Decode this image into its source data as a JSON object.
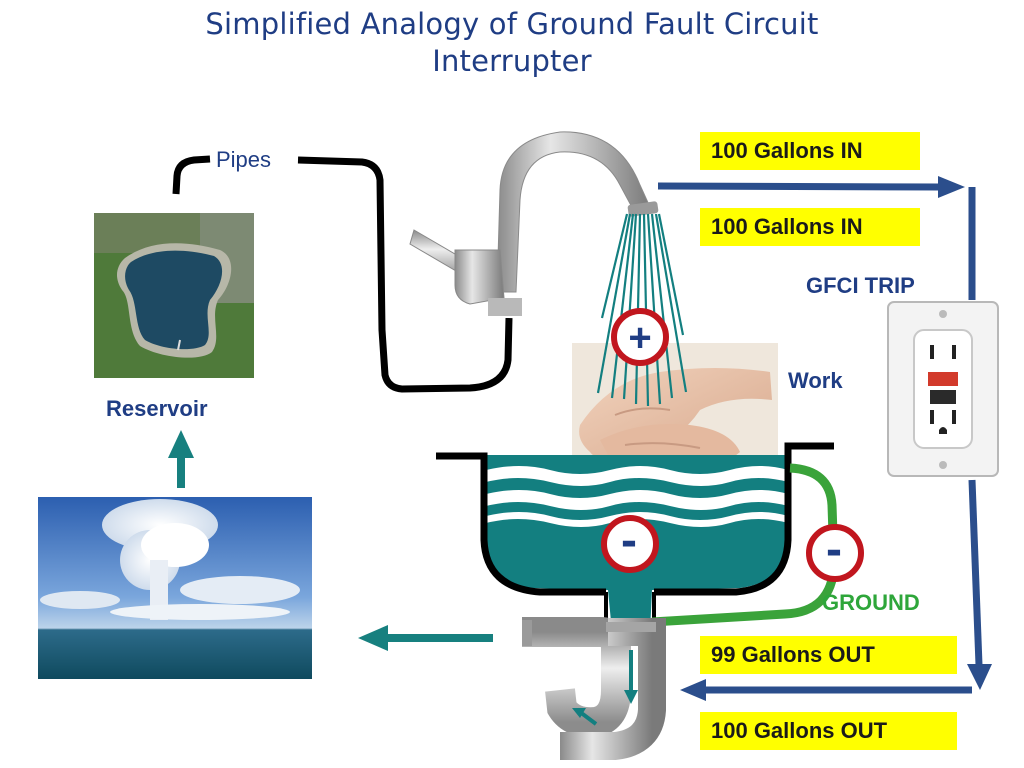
{
  "title": {
    "line1": "Simplified Analogy of Ground Fault Circuit",
    "line2": "Interrupter"
  },
  "labels": {
    "pipes": "Pipes",
    "reservoir": "Reservoir",
    "work": "Work",
    "gfci_trip": "GFCI TRIP",
    "ground": "GROUND"
  },
  "flow_boxes": {
    "in_top": "100 Gallons IN",
    "in_second": "100 Gallons IN",
    "out_ninety_nine": "99 Gallons OUT",
    "out_hundred": "100 Gallons OUT"
  },
  "symbols": {
    "positive": "+",
    "negative_sink": "-",
    "negative_ground": "-"
  },
  "colors": {
    "title": "#1f3d84",
    "label_blue": "#1f3d84",
    "ground_green": "#2ea63a",
    "highlight_yellow": "#ffff00",
    "water_teal": "#137f80",
    "flow_arrow": "#2b4e8c",
    "teal_arrow": "#17807f",
    "symbol_ring": "#c1161e"
  },
  "icons": [
    "faucet-icon",
    "reservoir-photo",
    "sky-ocean-photo",
    "hands-photo",
    "gfci-outlet-icon",
    "p-trap-icon"
  ]
}
